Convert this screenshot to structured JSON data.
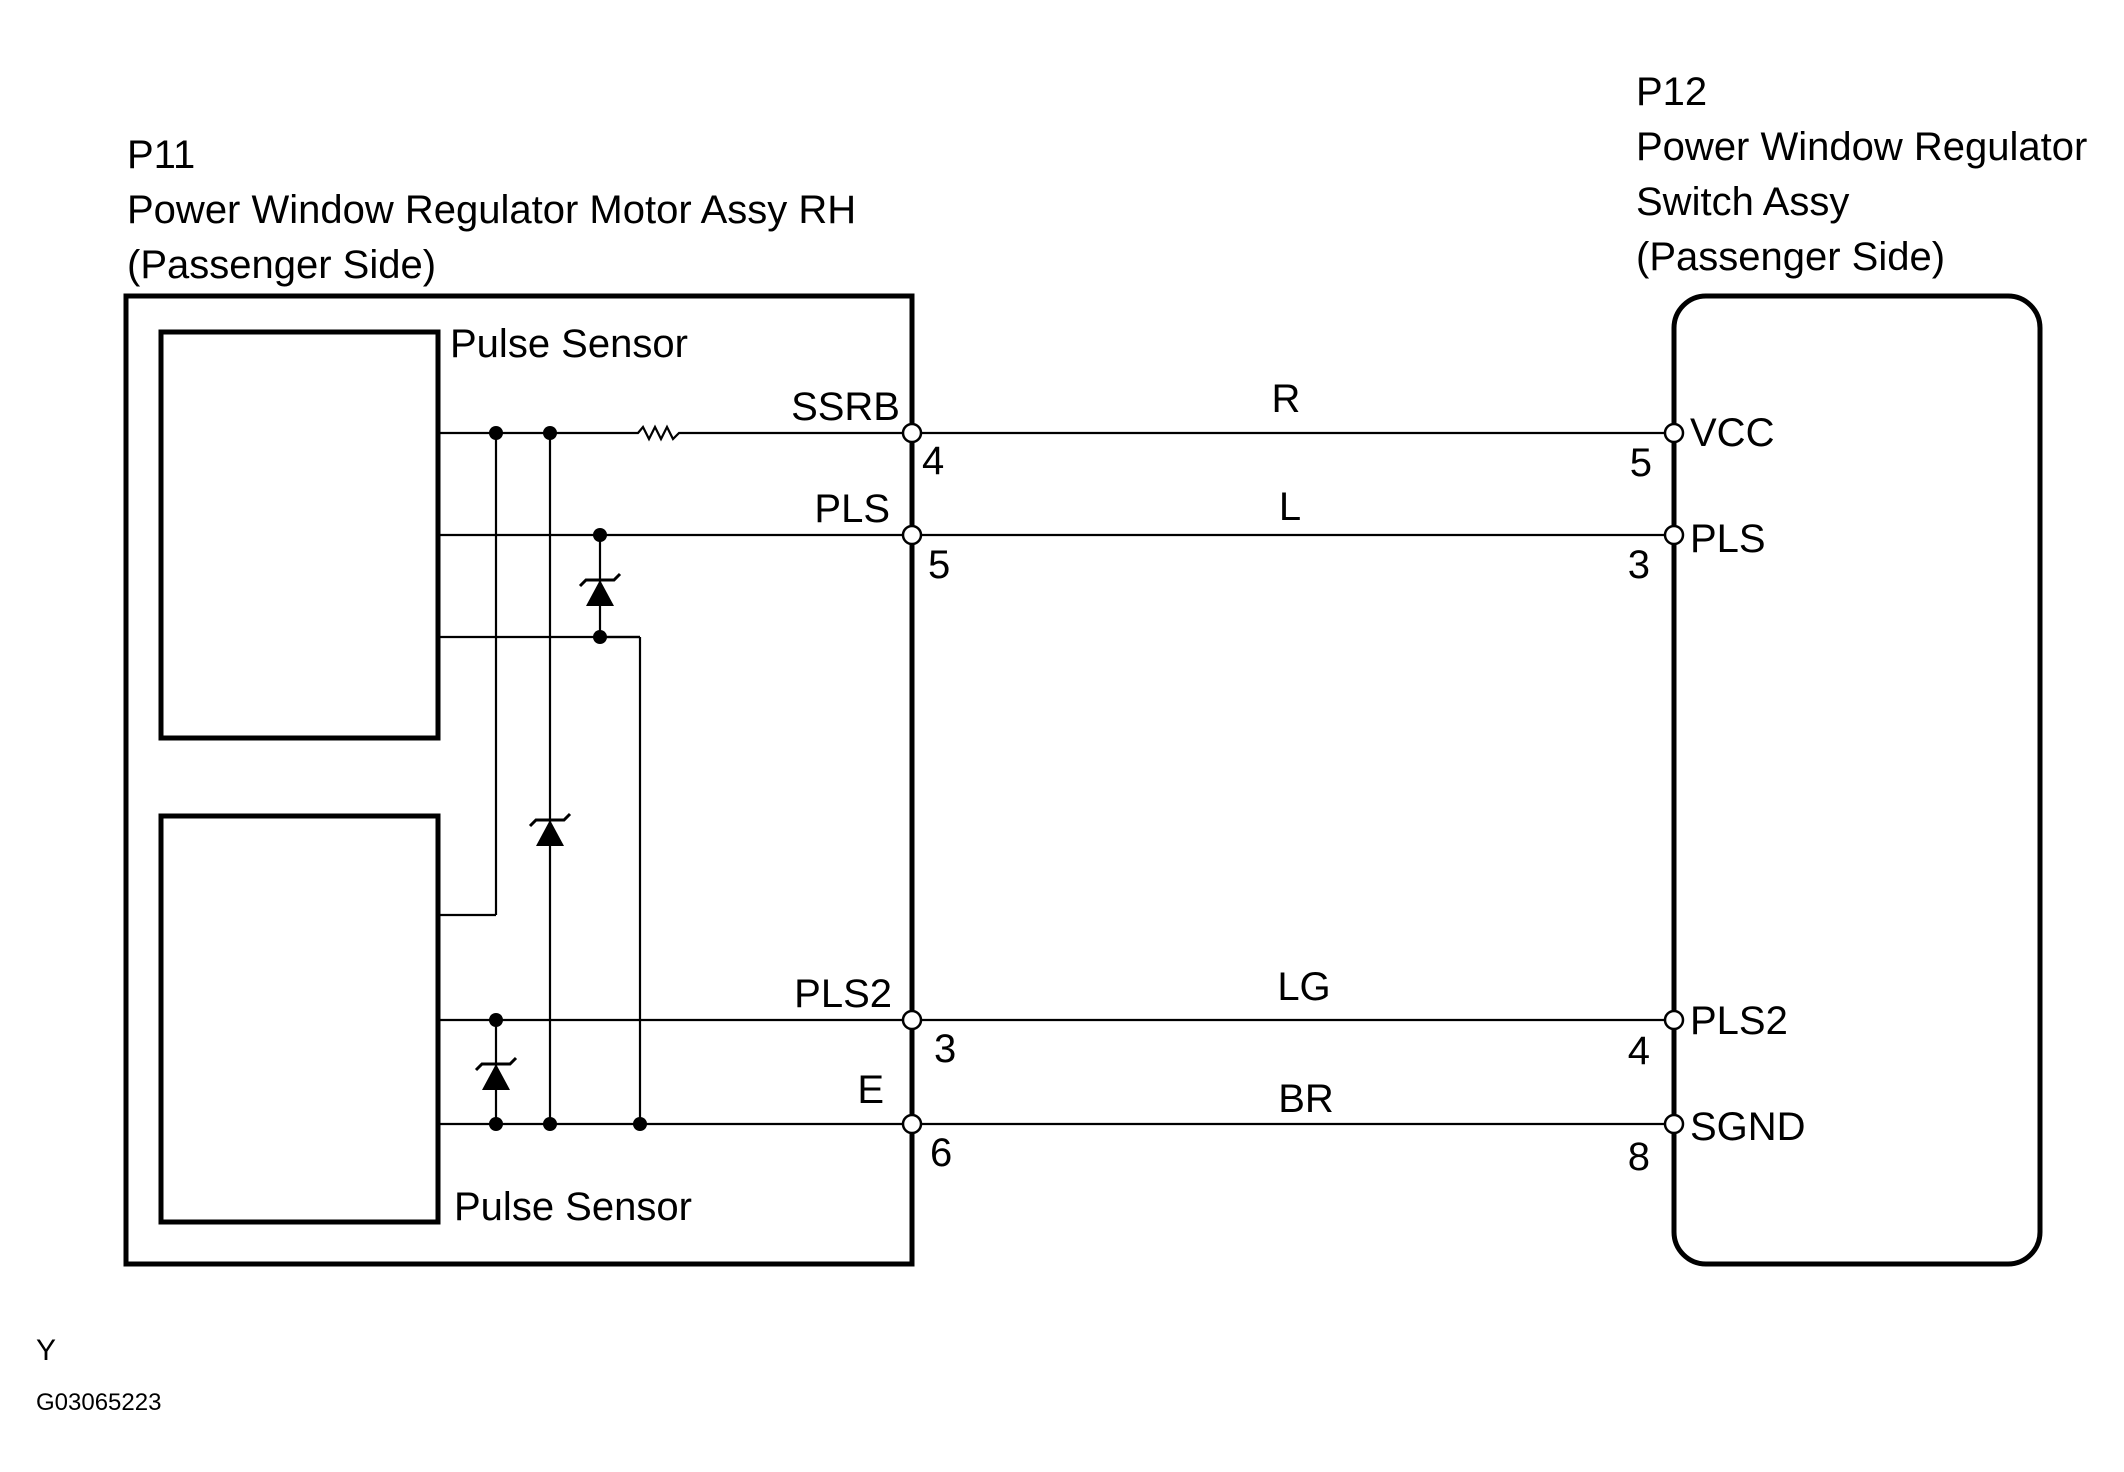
{
  "p11": {
    "code": "P11",
    "name": "Power Window Regulator Motor Assy RH",
    "side": "(Passenger Side)",
    "sensor_upper": "Pulse Sensor",
    "sensor_lower": "Pulse Sensor"
  },
  "p12": {
    "code": "P12",
    "name_line1": "Power Window Regulator",
    "name_line2": "Switch Assy",
    "side": "(Passenger Side)"
  },
  "circuits": [
    {
      "p11_signal": "SSRB",
      "p11_pin": "4",
      "wire_color": "R",
      "p12_pin": "5",
      "p12_signal": "VCC"
    },
    {
      "p11_signal": "PLS",
      "p11_pin": "5",
      "wire_color": "L",
      "p12_pin": "3",
      "p12_signal": "PLS"
    },
    {
      "p11_signal": "PLS2",
      "p11_pin": "3",
      "wire_color": "LG",
      "p12_pin": "4",
      "p12_signal": "PLS2"
    },
    {
      "p11_signal": "E",
      "p11_pin": "6",
      "wire_color": "BR",
      "p12_pin": "8",
      "p12_signal": "SGND"
    }
  ],
  "footer": {
    "letter": "Y",
    "code": "G03065223"
  }
}
